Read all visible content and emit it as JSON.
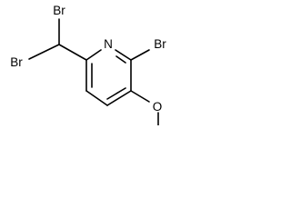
{
  "molecule": {
    "atoms": {
      "ring_nitrogen": "N",
      "bromo_substituent": "Br",
      "dibromomethyl_bromine_upper": "Br",
      "dibromomethyl_bromine_lower": "Br",
      "methoxy_oxygen": "O"
    }
  }
}
